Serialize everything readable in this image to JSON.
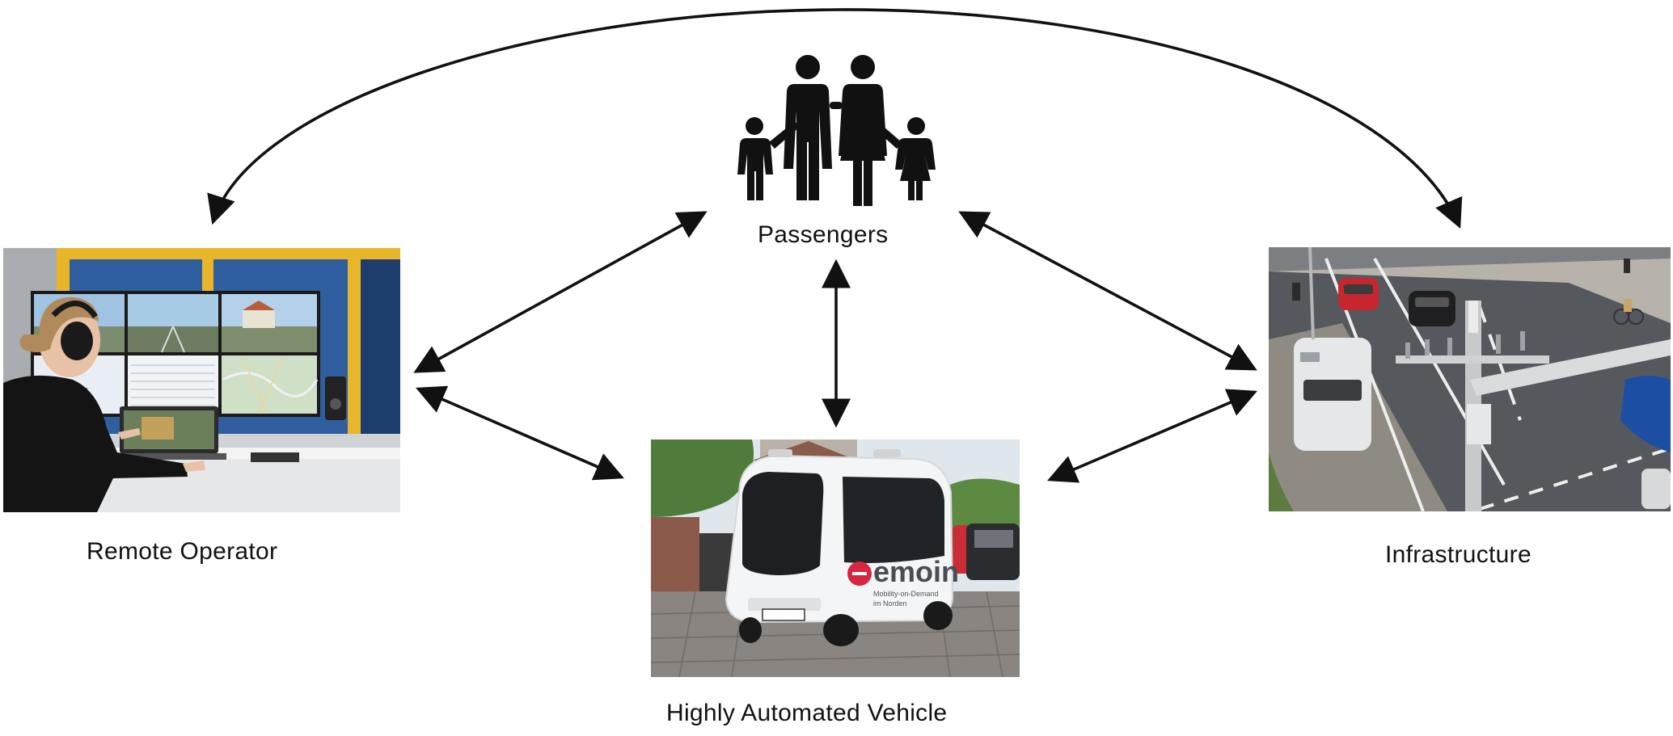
{
  "labels": {
    "passengers": "Passengers",
    "remote_operator": "Remote Operator",
    "infrastructure": "Infrastructure",
    "vehicle": "Highly Automated Vehicle"
  },
  "vehicle_branding": {
    "logo": "emoin",
    "tagline_1": "Mobility-on-Demand",
    "tagline_2": "im Norden"
  },
  "colors": {
    "arrow": "#111111",
    "vehicle_body": "#f4f5f6",
    "brand_red": "#d7263d",
    "console_frame": "#e8b62a",
    "road": "#5a5d60"
  },
  "icons": {
    "passengers": "family-icon"
  }
}
